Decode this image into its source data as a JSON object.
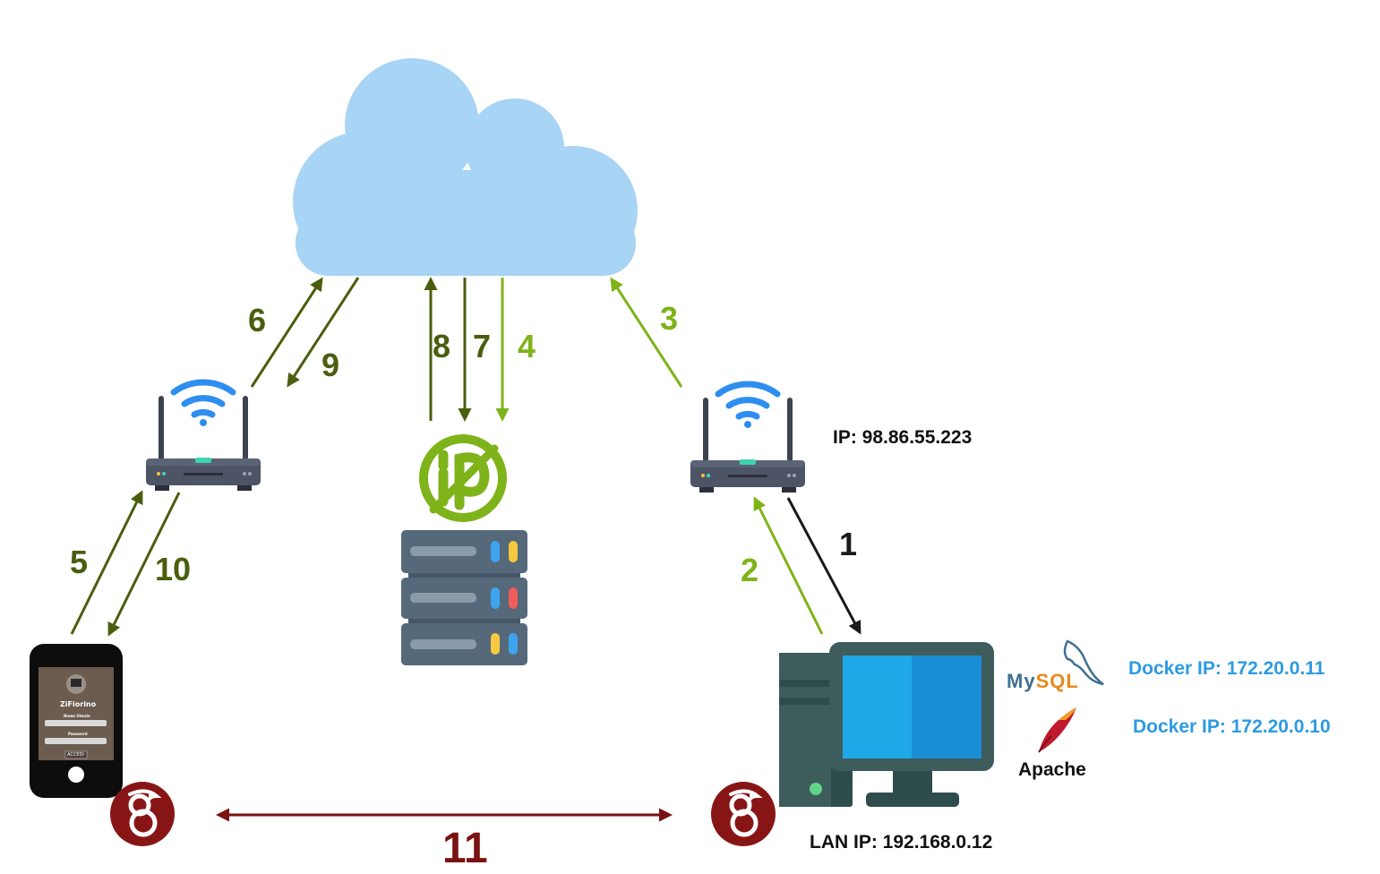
{
  "colors": {
    "dark_green": "#4a5e0e",
    "light_green": "#7fb31a",
    "black": "#1a1a1a",
    "maroon": "#7a1212",
    "docker_blue": "#2d9be0",
    "cloud": "#a8d4f5",
    "mysql_blue": "#3f6f93",
    "mysql_orange": "#e8891a"
  },
  "steps": {
    "s1": "1",
    "s2": "2",
    "s3": "3",
    "s4": "4",
    "s5": "5",
    "s6": "6",
    "s7": "7",
    "s8": "8",
    "s9": "9",
    "s10": "10",
    "s11": "11"
  },
  "labels": {
    "public_ip": "IP: 98.86.55.223",
    "lan_ip": "LAN IP: 192.168.0.12",
    "docker_mysql": "Docker IP: 172.20.0.11",
    "docker_apache": "Docker IP: 172.20.0.10"
  },
  "apps": {
    "mysql": "MySQL",
    "apache": "Apache"
  },
  "phone": {
    "app_name": "ZiFiorino",
    "field1": "Nome Utente",
    "field2": "Password",
    "button": "ACCEDI"
  },
  "icons": {
    "cloud": "cloud-icon",
    "router_left": "wifi-router-icon",
    "router_right": "wifi-router-icon",
    "noip": "no-ip-logo-icon",
    "server": "server-rack-icon",
    "phone": "smartphone-icon",
    "computer": "desktop-computer-icon",
    "wireguard": "wireguard-icon",
    "mysql": "mysql-logo-icon",
    "apache": "apache-feather-icon"
  }
}
